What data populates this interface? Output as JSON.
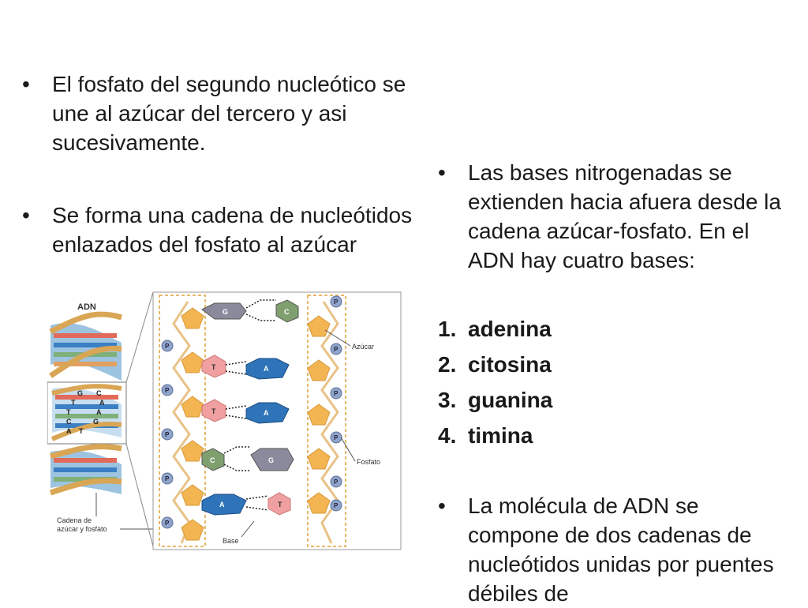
{
  "slide": {
    "left_bullets": [
      "El fosfato del segundo nucleótico se une al azúcar del tercero y asi sucesivamente.",
      "Se forma una cadena de nucleótidos enlazados del fosfato al azúcar"
    ],
    "right_bullet_intro": "Las bases nitrogenadas se extienden hacia afuera desde la cadena azúcar-fosfato.  En el ADN hay cuatro bases:",
    "bases": [
      {
        "num": "1.",
        "name": "adenina"
      },
      {
        "num": "2.",
        "name": "citosina"
      },
      {
        "num": "3.",
        "name": "guanina"
      },
      {
        "num": "4.",
        "name": "timina"
      }
    ],
    "right_bullet_final": "La molécula de ADN se compone de dos cadenas de nucleótidos unidas por puentes débiles de",
    "bullet_symbol": "•"
  },
  "figure": {
    "title": "ADN",
    "labels": {
      "sugar": "Azúcar",
      "phosphate": "Fosfato",
      "base": "Base",
      "chain_line1": "Cadena de",
      "chain_line2": "azúcar y fosfato"
    },
    "phosphate_letter": "P",
    "helix_letters": [
      "G",
      "C",
      "T",
      "A",
      "T",
      "A",
      "C",
      "G",
      "A",
      "T"
    ],
    "pairs": [
      {
        "left": "G",
        "right": "C"
      },
      {
        "left": "T",
        "right": "A"
      },
      {
        "left": "T",
        "right": "A"
      },
      {
        "left": "C",
        "right": "G"
      },
      {
        "left": "A",
        "right": "T"
      }
    ],
    "colors": {
      "sugar": "#f2b552",
      "phosphate": "#8fa4cc",
      "guanine": "#8a8a9c",
      "cytosine": "#7f9f6f",
      "thymine": "#f0a0a0",
      "adenine": "#2f73b8",
      "frame": "#e7b86a"
    }
  }
}
